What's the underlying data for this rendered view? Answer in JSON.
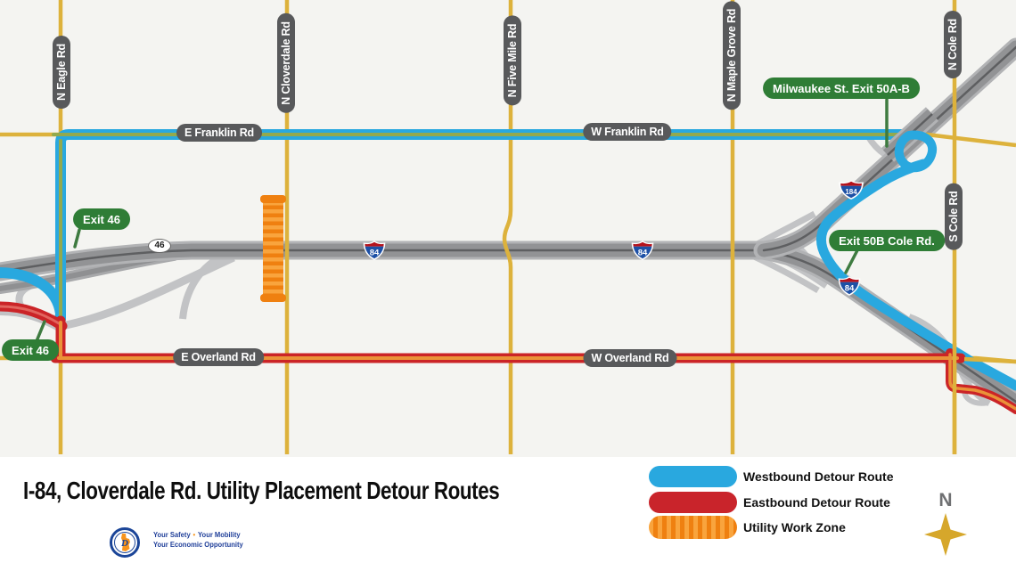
{
  "title": "I-84, Cloverdale Rd. Utility Placement Detour Routes",
  "map": {
    "road_labels": {
      "e_franklin": "E Franklin Rd",
      "w_franklin": "W Franklin Rd",
      "e_overland": "E Overland Rd",
      "w_overland": "W Overland Rd",
      "n_eagle": "N Eagle Rd",
      "n_cloverdale": "N Cloverdale Rd",
      "n_five_mile": "N Five Mile Rd",
      "n_maple_grove": "N Maple Grove Rd",
      "n_cole": "N Cole Rd",
      "s_cole": "S Cole Rd"
    },
    "exit_labels": {
      "exit46_upper": "Exit 46",
      "exit46_lower": "Exit 46",
      "milwaukee": "Milwaukee St. Exit 50A-B",
      "exit50b": "Exit 50B Cole Rd."
    },
    "exit_marker": "46",
    "shields": {
      "i84": "84",
      "i184": "184"
    }
  },
  "legend": {
    "westbound": "Westbound Detour Route",
    "eastbound": "Eastbound Detour Route",
    "workzone": "Utility Work Zone"
  },
  "compass": {
    "north": "N"
  },
  "logo": {
    "line1a": "Your Safety",
    "separator": "•",
    "line1b": "Your Mobility",
    "line2": "Your Economic Opportunity"
  },
  "colors": {
    "westbound_blue": "#29a8df",
    "eastbound_red": "#cb2427",
    "workzone_orange": "#ef8010",
    "minor_road_yellow": "#ddb23c",
    "freeway_gray": "#929395",
    "label_green": "#2f7d36",
    "label_gray": "#58595b"
  }
}
